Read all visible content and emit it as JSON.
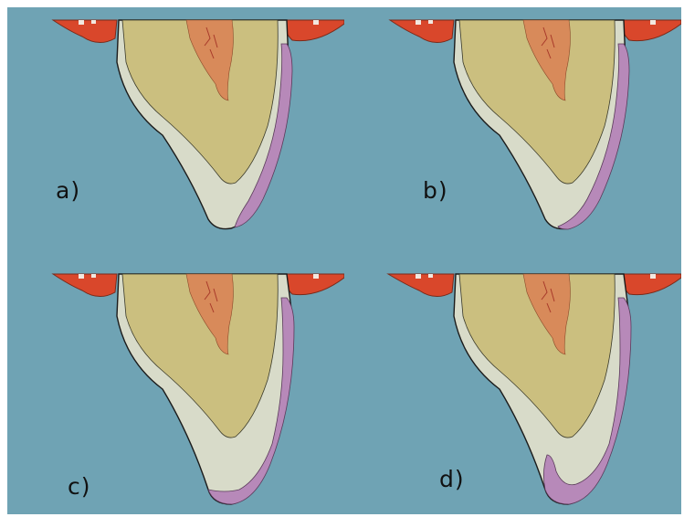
{
  "panels": [
    {
      "id": "a",
      "label": "a)",
      "veneer": "labial-thin"
    },
    {
      "id": "b",
      "label": "b)",
      "veneer": "labial-to-incisal-edge"
    },
    {
      "id": "c",
      "label": "c)",
      "veneer": "labial-with-incisal-overlap"
    },
    {
      "id": "d",
      "label": "d)",
      "veneer": "labial-with-incisal-and-palatal-wrap"
    }
  ],
  "colors": {
    "background": "#6fa3b4",
    "gingiva": "#d9472b",
    "enamel": "#d8dbc9",
    "dentin": "#cbbf7f",
    "pulp": "#d88a5a",
    "veneer": "#b789b9"
  }
}
